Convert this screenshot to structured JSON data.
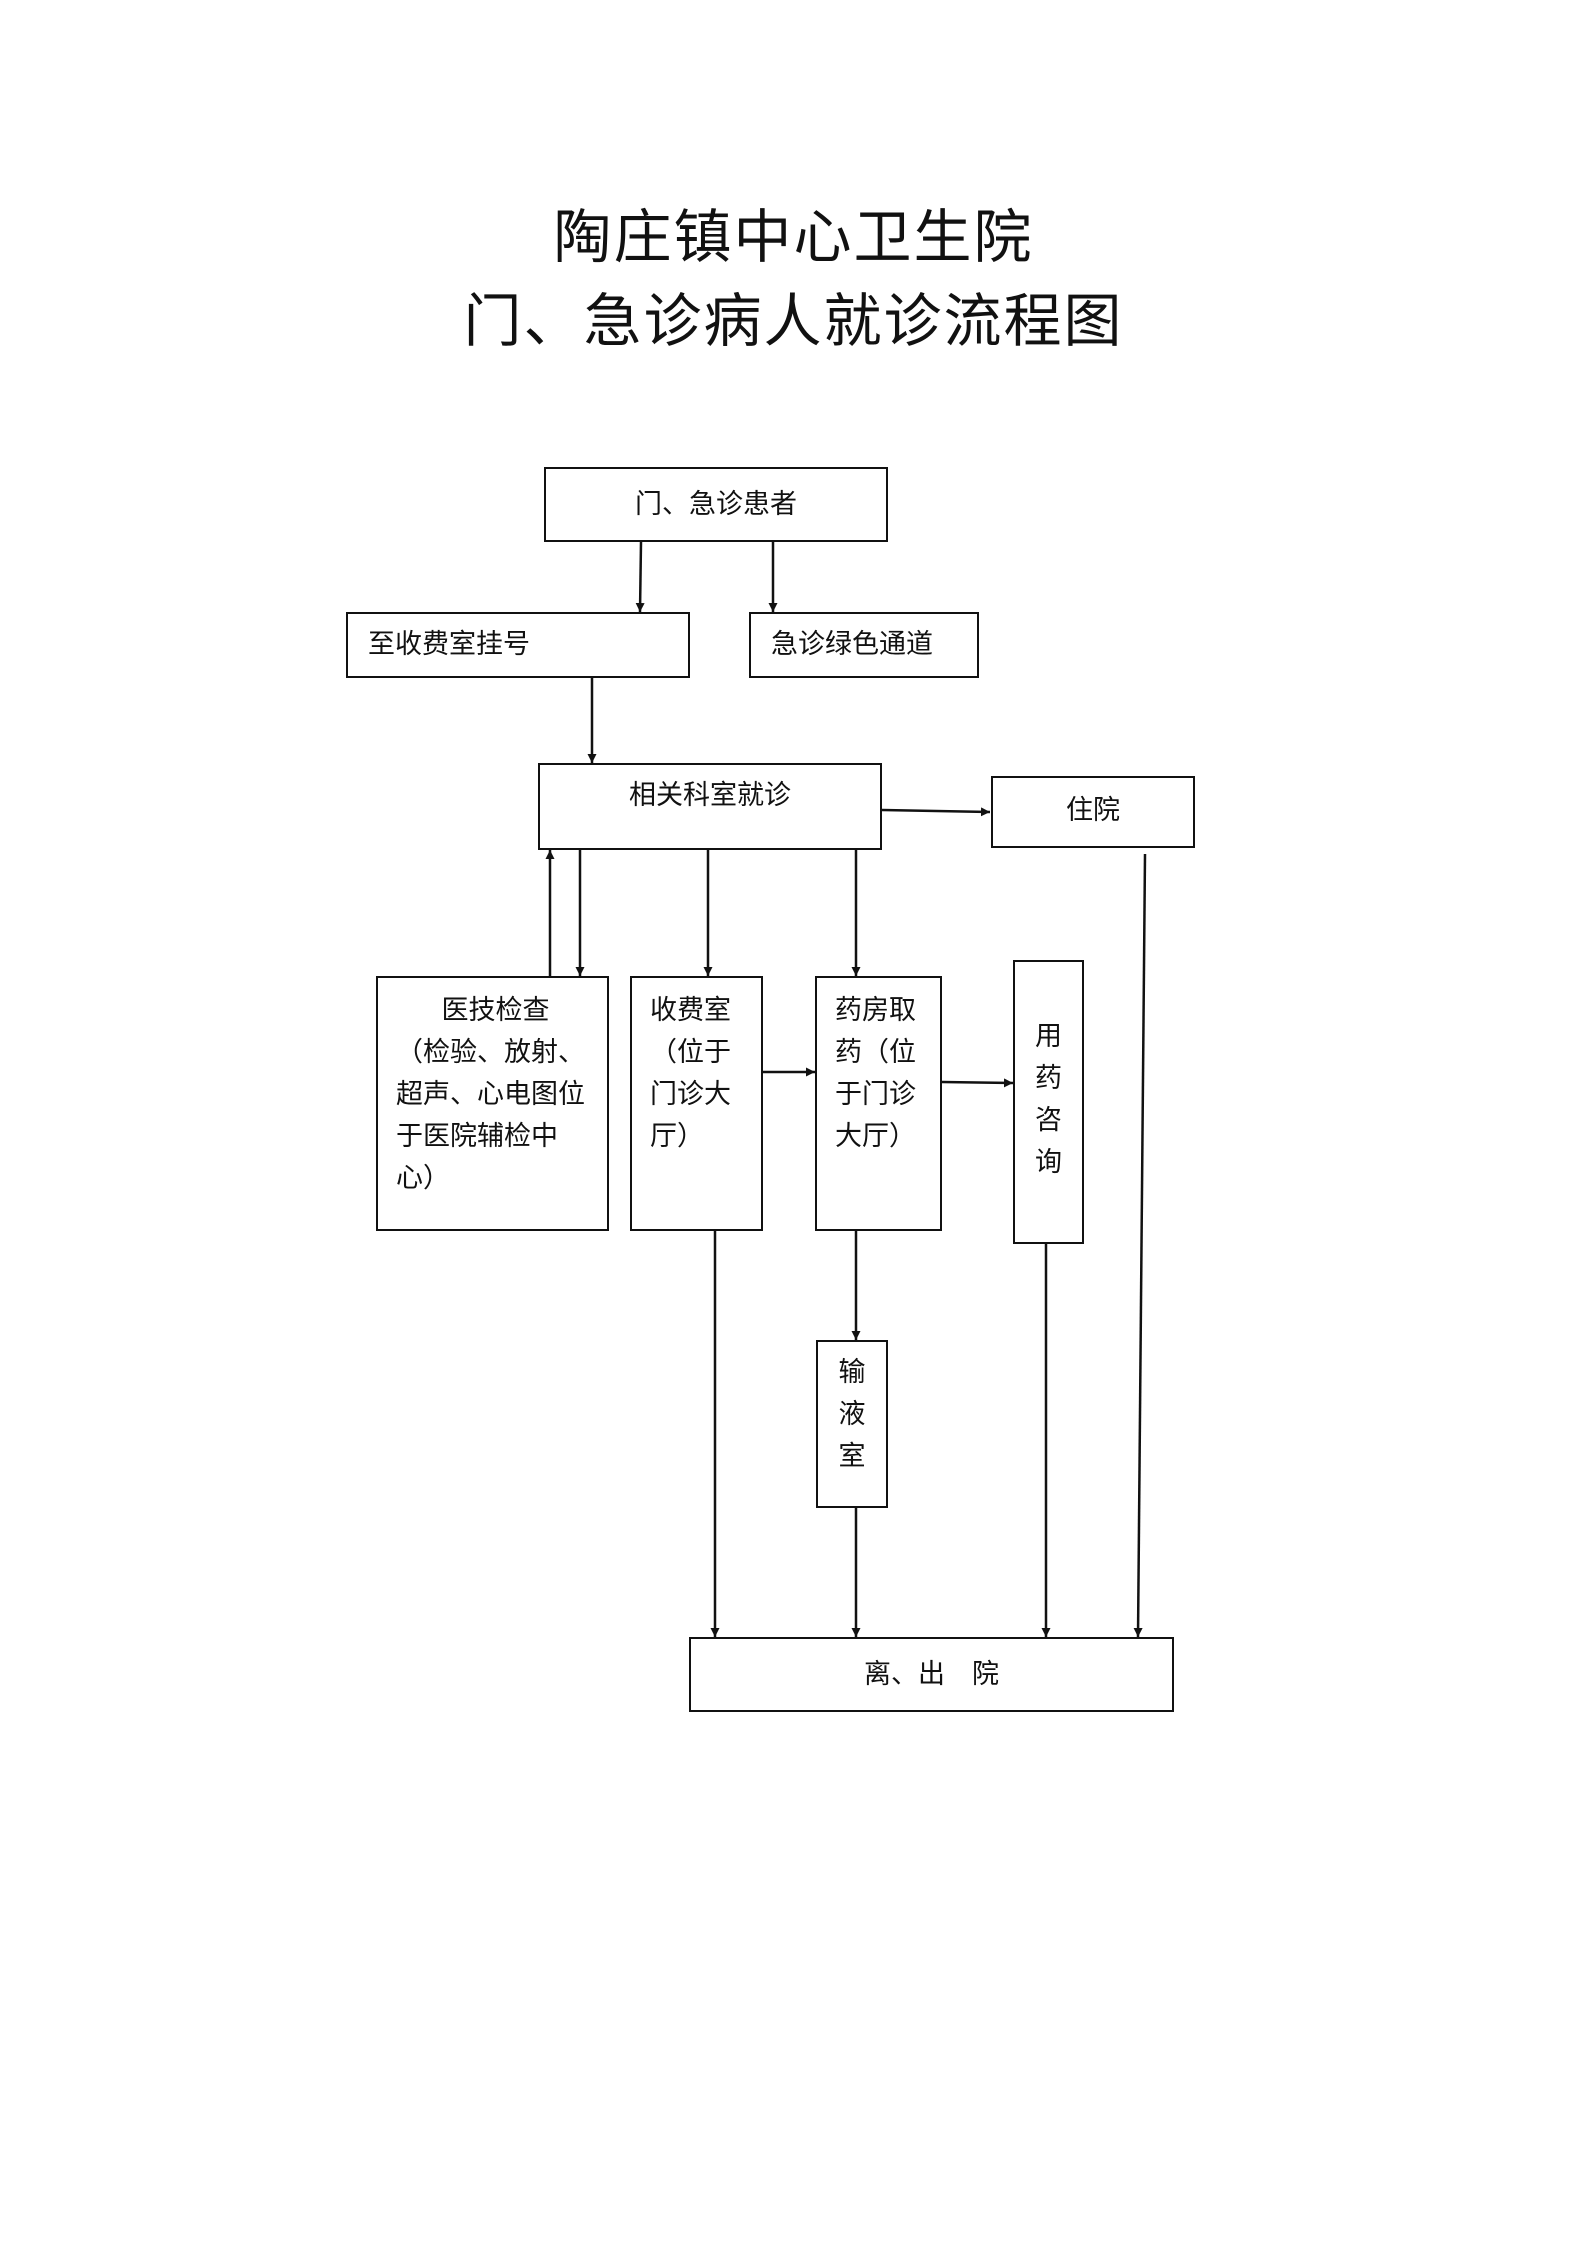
{
  "title": {
    "line1": "陶庄镇中心卫生院",
    "line2": "门、急诊病人就诊流程图"
  },
  "nodes": {
    "patients": "门、急诊患者",
    "registration": "至收费室挂号",
    "green_channel": "急诊绿色通道",
    "department": "相关科室就诊",
    "hospitalization": "住院",
    "medical_exam": {
      "heading": "医技检查",
      "detail": "（检验、放射、超声、心电图位于医院辅检中心）"
    },
    "cashier": "收费室（位于门诊大厅）",
    "pharmacy": "药房取药（位于门诊大厅）",
    "drug_consult": "用药咨询",
    "infusion": "输液室",
    "discharge": "离、出　院"
  }
}
